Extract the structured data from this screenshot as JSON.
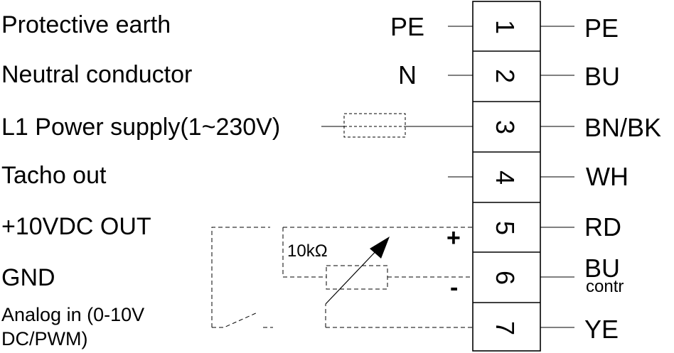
{
  "rows": [
    {
      "description": "Protective earth",
      "code": "PE",
      "terminal": "1",
      "wire": "PE"
    },
    {
      "description": "Neutral conductor",
      "code": "N",
      "terminal": "2",
      "wire": "BU"
    },
    {
      "description": "L1 Power supply(1~230V)",
      "code": "",
      "terminal": "3",
      "wire": "BN/BK"
    },
    {
      "description": "Tacho out",
      "code": "",
      "terminal": "4",
      "wire": "WH"
    },
    {
      "description": "+10VDC OUT",
      "code": "",
      "terminal": "5",
      "wire": "RD"
    },
    {
      "description": "GND",
      "code": "",
      "terminal": "6",
      "wire": "BU",
      "wire_sub": "contr"
    },
    {
      "description_line1": "Analog in (0-10V",
      "description_line2": "DC/PWM)",
      "terminal": "7",
      "wire": "YE"
    }
  ],
  "potentiometer_label": "10kΩ",
  "plus_sign": "+",
  "minus_sign": "-"
}
